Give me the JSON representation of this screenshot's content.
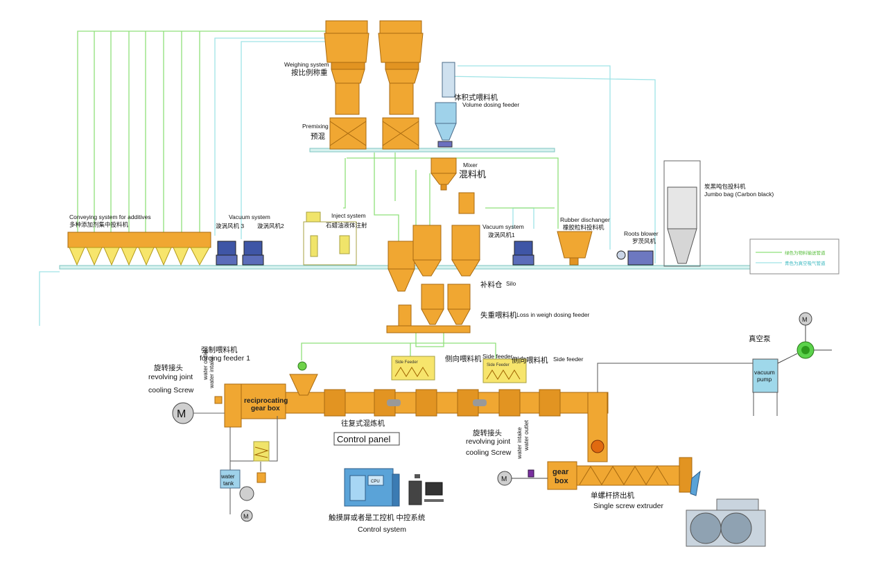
{
  "labels": {
    "weighing_en": "Weighing system",
    "weighing_cn": "按比例称重",
    "premixing_en": "Premixing",
    "premixing_cn": "预混",
    "volume_cn": "体积式喂料机",
    "volume_en": "Volume dosing feeder",
    "mixer_en": "Mixer",
    "mixer_cn": "混料机",
    "jumbo_cn": "炭黑吨包投料机",
    "jumbo_en": "Jumbo bag (Carbon black)",
    "conveying_en": "Conveying system for additives",
    "conveying_cn": "多种添加剂集中投料机",
    "vacuum_system_en": "Vacuum system",
    "vacuum3_cn": "漩涡风机 3",
    "vacuum2_cn": "漩涡风机2",
    "inject_en": "Inject system",
    "inject_cn": "石蜡油液体注射",
    "vacuum_system1_en": "Vacuum system",
    "vacuum1_cn": "漩涡风机1",
    "rubber_en": "Rubber dischanger",
    "rubber_cn": "橡胶粒料投料机",
    "roots_en": "Roots blower",
    "roots_cn": "罗茨风机",
    "silo_cn": "补料仓",
    "silo_en": "Silo",
    "liw_cn": "失重喂料机",
    "liw_en": "Loss in weigh dosing feeder",
    "forcing_cn": "强制喂料机",
    "forcing_en": "forcing feeder 1",
    "revolving_cn": "旋转接头",
    "revolving_en": "revolving joint",
    "water_outlet": "water outlet",
    "water_intake": "water intake",
    "cooling_screw": "cooling Screw",
    "motor_m": "M",
    "recip_gear_1": "reciprocating",
    "recip_gear_2": "gear box",
    "side_feeder_cn": "侧向喂料机",
    "side_feeder_en": "Side feeder",
    "side_feeder_tag": "Side Feeder",
    "recip_kneader_cn": "往复式混炼机",
    "control_panel": "Control panel",
    "water_tank_1": "water",
    "water_tank_2": "tank",
    "cpu": "CPU",
    "touch_cn": "触摸屏或者是工控机 中控系统",
    "control_system_en": "Control system",
    "vacuum_pump_cn": "真空泵",
    "vacuum_pump_1": "vacuum",
    "vacuum_pump_2": "pump",
    "gear_box_1": "gear",
    "gear_box_2": "box",
    "single_screw_cn": "单螺杆挤出机",
    "single_screw_en": "Single screw extruder",
    "legend_green": "绿色为物料输送管道",
    "legend_cyan": "青色为真空吸气管道"
  },
  "colors": {
    "equipment": "#f0a732",
    "equipment_stroke": "#a86a10",
    "material_pipe": "#8fe07a",
    "vacuum_pipe": "#9fe3e6",
    "platform": "#d7f2ef",
    "blue_accent": "#9fd2ea"
  }
}
